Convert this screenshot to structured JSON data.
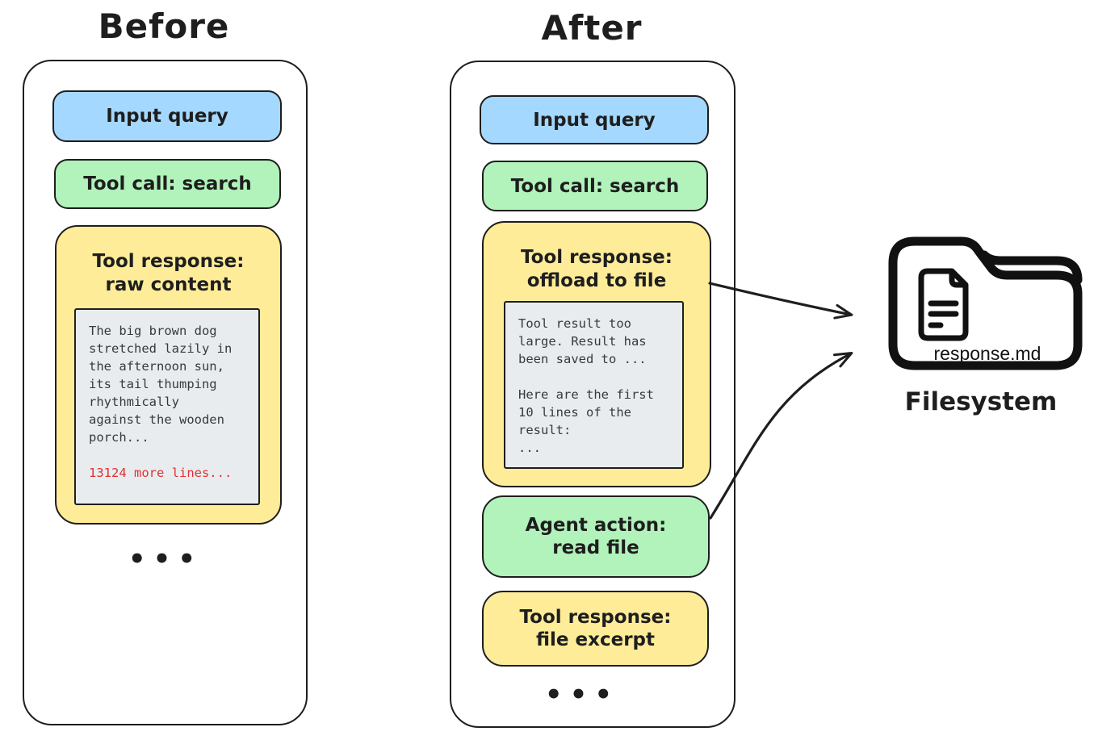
{
  "before": {
    "title": "Before",
    "input_query": "Input query",
    "tool_call": "Tool call: search",
    "tool_response": {
      "title_line1": "Tool response:",
      "title_line2": "raw content",
      "raw_content": "The big brown dog\nstretched lazily in\nthe afternoon sun,\nits tail thumping\nrhythmically\nagainst the wooden\nporch...",
      "more_lines": "13124 more lines..."
    },
    "ellipsis": "•••"
  },
  "after": {
    "title": "After",
    "input_query": "Input query",
    "tool_call": "Tool call: search",
    "tool_response_offload": {
      "title_line1": "Tool response:",
      "title_line2": "offload to file",
      "snippet": "Tool result too\nlarge. Result has\nbeen saved to ...\n\nHere are the first\n10 lines of the\nresult:\n..."
    },
    "agent_action": {
      "line1": "Agent action:",
      "line2": "read file"
    },
    "tool_response_excerpt": {
      "line1": "Tool response:",
      "line2": "file excerpt"
    },
    "ellipsis": "•••"
  },
  "filesystem": {
    "file_name": "response.md",
    "caption": "Filesystem"
  },
  "colors": {
    "input_blue": "#a5d8ff",
    "action_green": "#b2f2bb",
    "response_yellow": "#ffec99",
    "snippet_gray": "#e9ecef",
    "stroke_black": "#1e1e1e",
    "warning_red": "#e03131"
  }
}
